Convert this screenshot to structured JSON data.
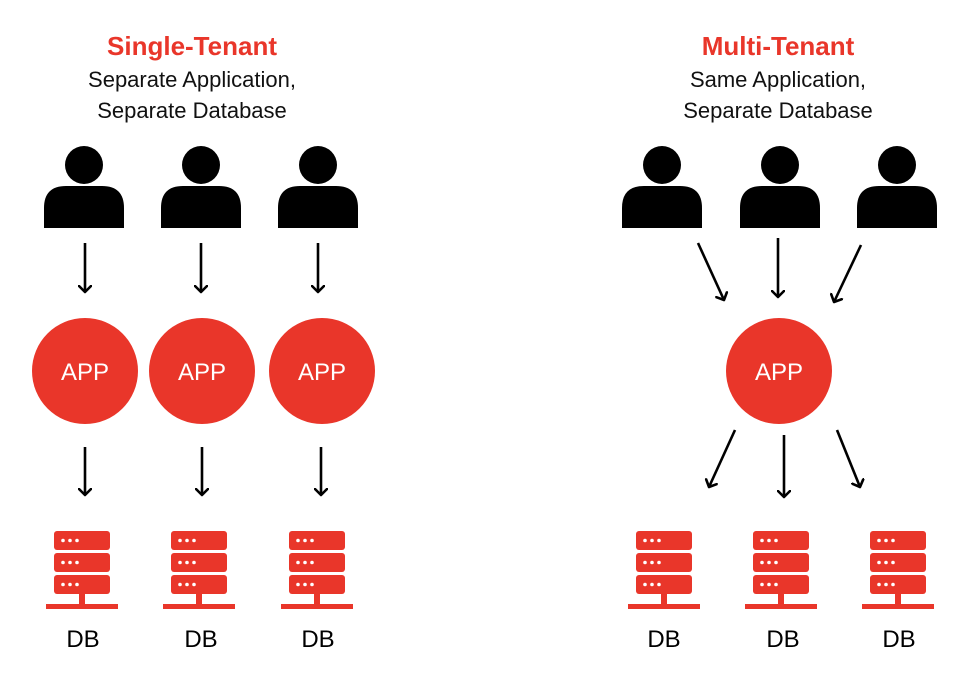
{
  "colors": {
    "accent": "#e9362a",
    "icon": "#000000",
    "text": "#111111"
  },
  "single_tenant": {
    "title": "Single-Tenant",
    "subtitle_line1": "Separate Application,",
    "subtitle_line2": "Separate Database",
    "app_label": "APP",
    "db_label": "DB",
    "user_count": 3,
    "app_count": 3,
    "db_count": 3
  },
  "multi_tenant": {
    "title": "Multi-Tenant",
    "subtitle_line1": "Same Application,",
    "subtitle_line2": "Separate Database",
    "app_label": "APP",
    "db_label": "DB",
    "user_count": 3,
    "app_count": 1,
    "db_count": 3
  },
  "icons": {
    "user": "user-icon",
    "app": "app-circle",
    "database": "server-rack-icon",
    "arrow": "arrow-down-icon"
  }
}
